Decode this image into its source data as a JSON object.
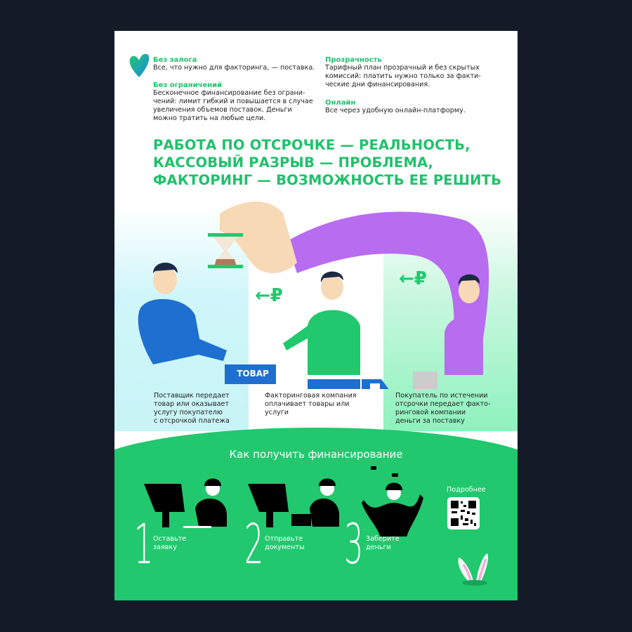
{
  "features": [
    {
      "title": "Без залога",
      "text": "Все, что нужно для факторинга, — поставка."
    },
    {
      "title": "Без ограничений",
      "text": "Бесконечное финансирование без ограни-\nчений: лимит гибкий и повышается в случае\nувеличения объемов поставок. Деньги\nможно тратить на любые цели."
    },
    {
      "title": "Прозрачность",
      "text": "Тарифный план прозрачный и без скрытых\nкомиссий: платить нужно только за факти-\nческие дни финансирования."
    },
    {
      "title": "Онлайн",
      "text": "Все через удобную онлайн-платформу."
    }
  ],
  "headline": [
    "РАБОТА ПО ОТСРОЧКЕ — РЕАЛЬНОСТЬ,",
    "КАССОВЫЙ РАЗРЫВ — ПРОБЛЕМА,",
    "ФАКТОРИНГ — ВОЗМОЖНОСТЬ ЕЕ РЕШИТЬ"
  ],
  "illustration": {
    "box_label": "ТОВАР",
    "currency": "←₽"
  },
  "scheme": [
    "Поставщик передает\nтовар или оказывает\nуслугу покупателю\nс отсрочкой платежа",
    "Факторинговая компания\nоплачивает товары или\nуслуги",
    "Покупатель по истечении\nотсрочки передает факто-\nринговой компании\nденьги за поставку"
  ],
  "how_title": "Как получить финансирование",
  "steps": [
    {
      "num": "1",
      "text": "Оставьте\nзаявку"
    },
    {
      "num": "2",
      "text": "Отправьте\nдокументы"
    },
    {
      "num": "3",
      "text": "Заберите\nденьги"
    }
  ],
  "more_label": "Подробнее",
  "colors": {
    "accent": "#1fc16b",
    "green_bg": "#21c86e",
    "purple": "#b86cf0",
    "blue": "#1e6fd0"
  }
}
